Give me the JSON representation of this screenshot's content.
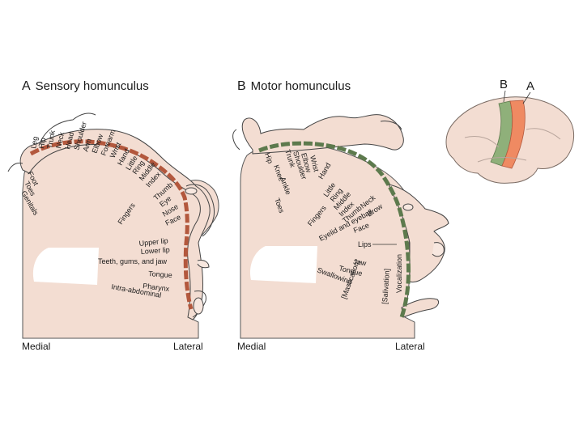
{
  "panel_a": {
    "letter": "A",
    "title": "Sensory homunculus",
    "medial": "Medial",
    "lateral": "Lateral",
    "strip_color": "#b3583d",
    "labels_rotated": [
      "Leg",
      "Hip",
      "Trunk",
      "Neck",
      "Head",
      "Shoulder",
      "Arm",
      "Elbow",
      "Forearm",
      "Wrist",
      "Hand",
      "Little",
      "Ring",
      "Middle",
      "Index",
      "Thumb",
      "Eye",
      "Nose",
      "Face",
      "Fingers"
    ],
    "labels_left": [
      "Foot",
      "Toes",
      "Genitals"
    ],
    "labels_lateral": [
      "Upper lip",
      "Lower lip",
      "Teeth, gums, and jaw",
      "Tongue",
      "Pharynx",
      "Intra-abdominal"
    ]
  },
  "panel_b": {
    "letter": "B",
    "title": "Motor homunculus",
    "medial": "Medial",
    "lateral": "Lateral",
    "strip_color": "#5d7a4d",
    "labels_rotated": [
      "Hip",
      "Knee",
      "Ankle",
      "Toes",
      "Trunk",
      "Shoulder",
      "Elbow",
      "Wrist",
      "Hand",
      "Little",
      "Ring",
      "Middle",
      "Index",
      "Thumb",
      "Fingers",
      "Neck",
      "Brow",
      "Eyelid and eyeball",
      "Face"
    ],
    "labels_lateral": [
      "Lips",
      "Jaw",
      "Tongue",
      "Swallowing",
      "[Mastication]",
      "[Salivation]",
      "Vocalization"
    ]
  },
  "brain_inset": {
    "label_b": "B",
    "label_a": "A",
    "motor_color": "#8fb07a",
    "sensory_color": "#ef8a62"
  },
  "colors": {
    "tissue": "#f3ddd2",
    "outline": "#333333"
  }
}
